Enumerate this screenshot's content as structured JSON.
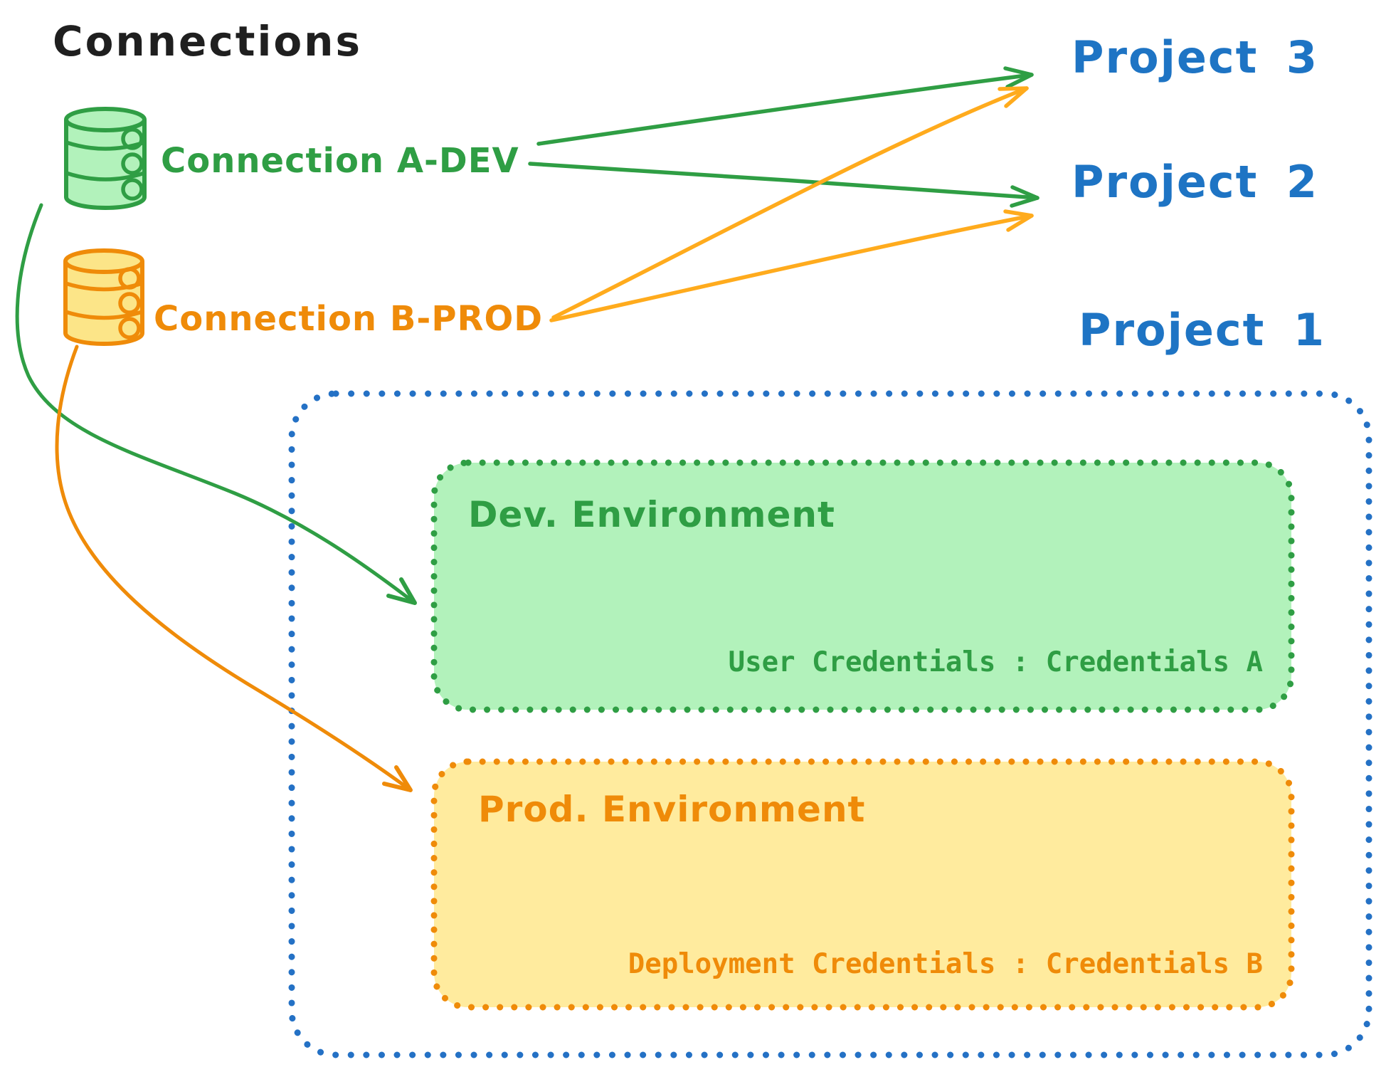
{
  "title": "Connections",
  "connections": [
    {
      "id": "a-dev",
      "label": "Connection A-DEV",
      "color": "#2f9e44",
      "icon": "database-cylinder-icon"
    },
    {
      "id": "b-prod",
      "label": "Connection B-PROD",
      "color": "#ef8b09",
      "icon": "database-cylinder-icon"
    }
  ],
  "projects": [
    {
      "label": "Project 3"
    },
    {
      "label": "Project 2"
    },
    {
      "label": "Project 1"
    }
  ],
  "project1": {
    "environments": [
      {
        "title": "Dev. Environment",
        "credentials": "User Credentials : Credentials A",
        "fill": "#b2f2bb",
        "stroke": "#2f9e44"
      },
      {
        "title": "Prod. Environment",
        "credentials": "Deployment Credentials : Credentials B",
        "fill": "#ffeb9e",
        "stroke": "#ef8b09"
      }
    ]
  },
  "edges": [
    {
      "from": "Connection A-DEV",
      "to": "Project 3",
      "color": "#2f9e44",
      "style": "straight-arrow"
    },
    {
      "from": "Connection A-DEV",
      "to": "Project 2",
      "color": "#2f9e44",
      "style": "straight-arrow"
    },
    {
      "from": "Connection B-PROD",
      "to": "Project 3",
      "color": "#ffab1d",
      "style": "straight-arrow"
    },
    {
      "from": "Connection B-PROD",
      "to": "Project 2",
      "color": "#ffab1d",
      "style": "straight-arrow"
    },
    {
      "from": "Connection A-DEV",
      "to": "Dev. Environment",
      "color": "#2f9e44",
      "style": "curved-arrow"
    },
    {
      "from": "Connection B-PROD",
      "to": "Prod. Environment",
      "color": "#ef8b09",
      "style": "curved-arrow"
    }
  ],
  "colors": {
    "title_text": "#1f1f1f",
    "project_blue": "#1e74c4",
    "container_border_blue": "#2471c5",
    "green_stroke": "#2f9e44",
    "green_fill": "#b2f2bb",
    "orange_stroke": "#ef8b09",
    "orange_fill": "#ffeb9e",
    "orange_arrow_light": "#ffab1d",
    "cylinder_yellow_fill": "#fce588"
  }
}
